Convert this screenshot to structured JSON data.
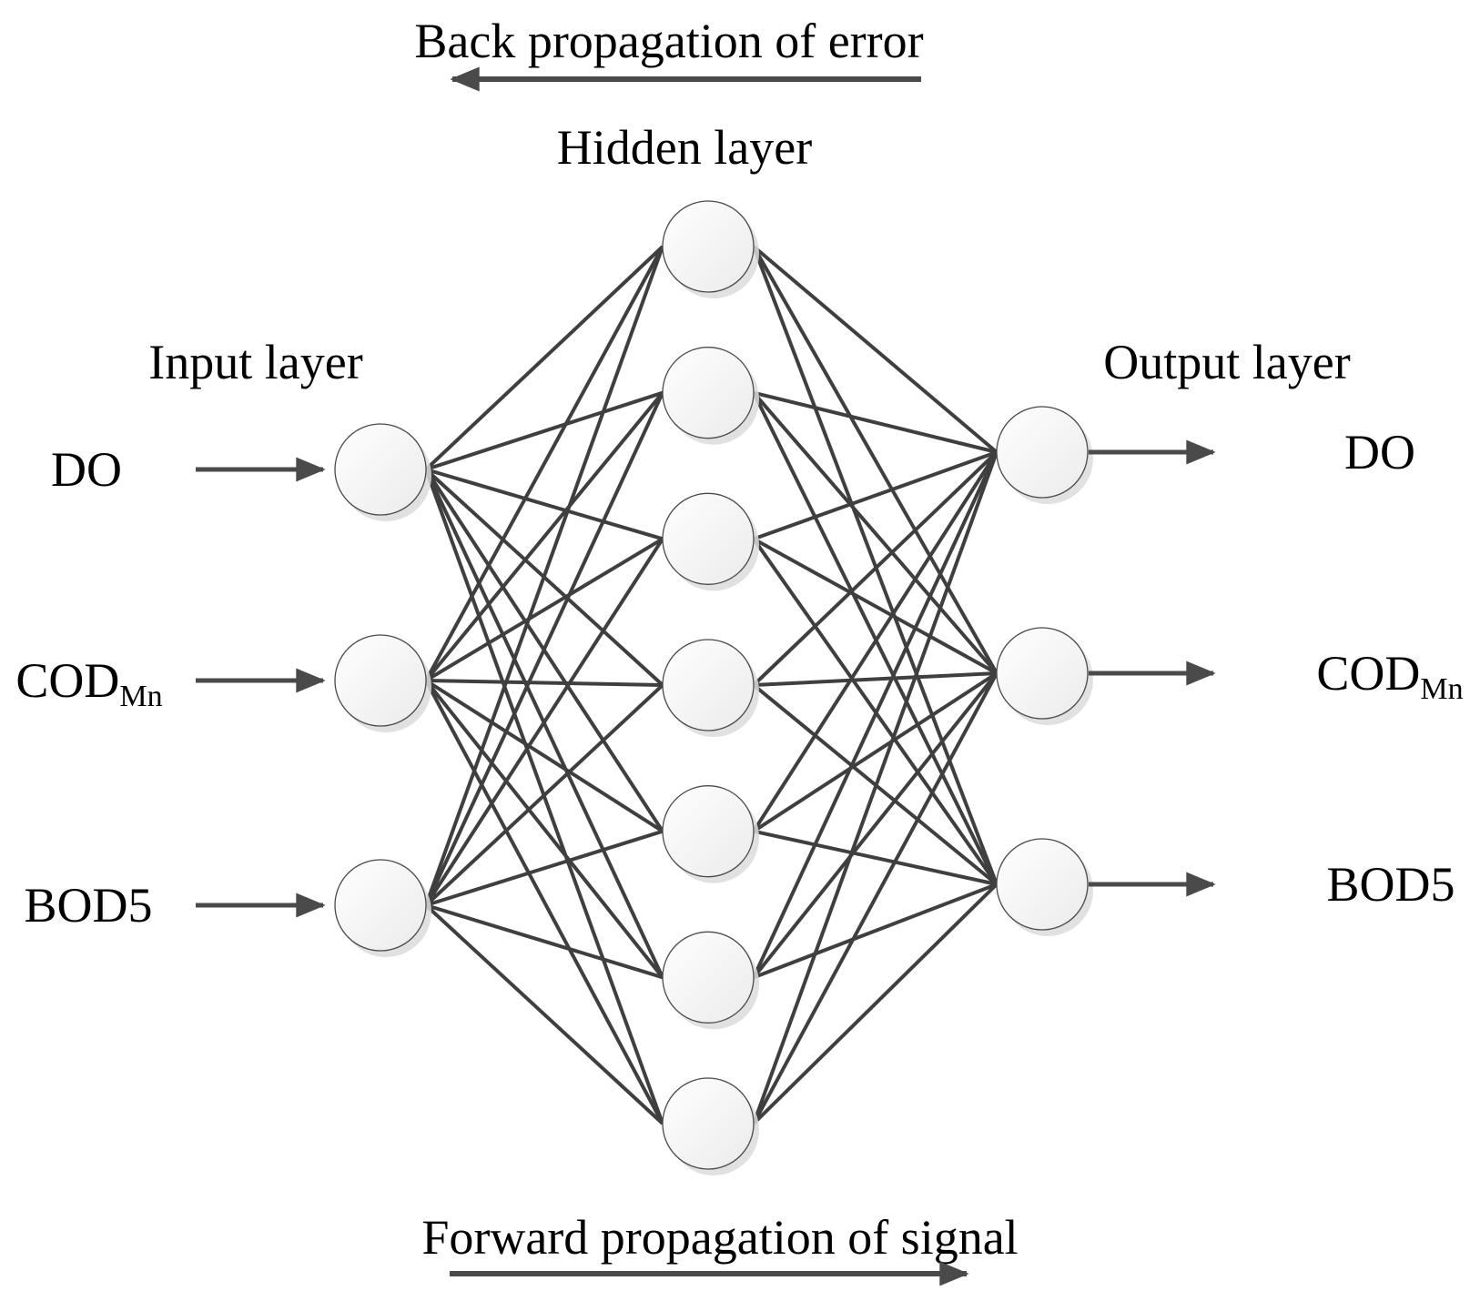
{
  "diagram": {
    "captions": {
      "back_propagation": "Back propagation of error",
      "forward_propagation": "Forward propagation of signal"
    },
    "layer_labels": {
      "input": "Input layer",
      "hidden": "Hidden layer",
      "output": "Output layer"
    },
    "inputs": [
      {
        "main": "DO",
        "sub": ""
      },
      {
        "main": "COD",
        "sub": "Mn"
      },
      {
        "main": "BOD5",
        "sub": ""
      }
    ],
    "outputs": [
      {
        "main": "DO",
        "sub": ""
      },
      {
        "main": "COD",
        "sub": "Mn"
      },
      {
        "main": "BOD5",
        "sub": ""
      }
    ],
    "input_node_count": 3,
    "hidden_node_count": 7,
    "output_node_count": 3,
    "colors": {
      "edge": "#3f3f3f",
      "arrow": "#4a4a4a",
      "node_fill_light": "#ffffff",
      "node_fill_dark": "#ebebeb",
      "node_stroke": "#4a4a4a",
      "node_shadow": "#dcdcdc",
      "text": "#000000"
    }
  }
}
